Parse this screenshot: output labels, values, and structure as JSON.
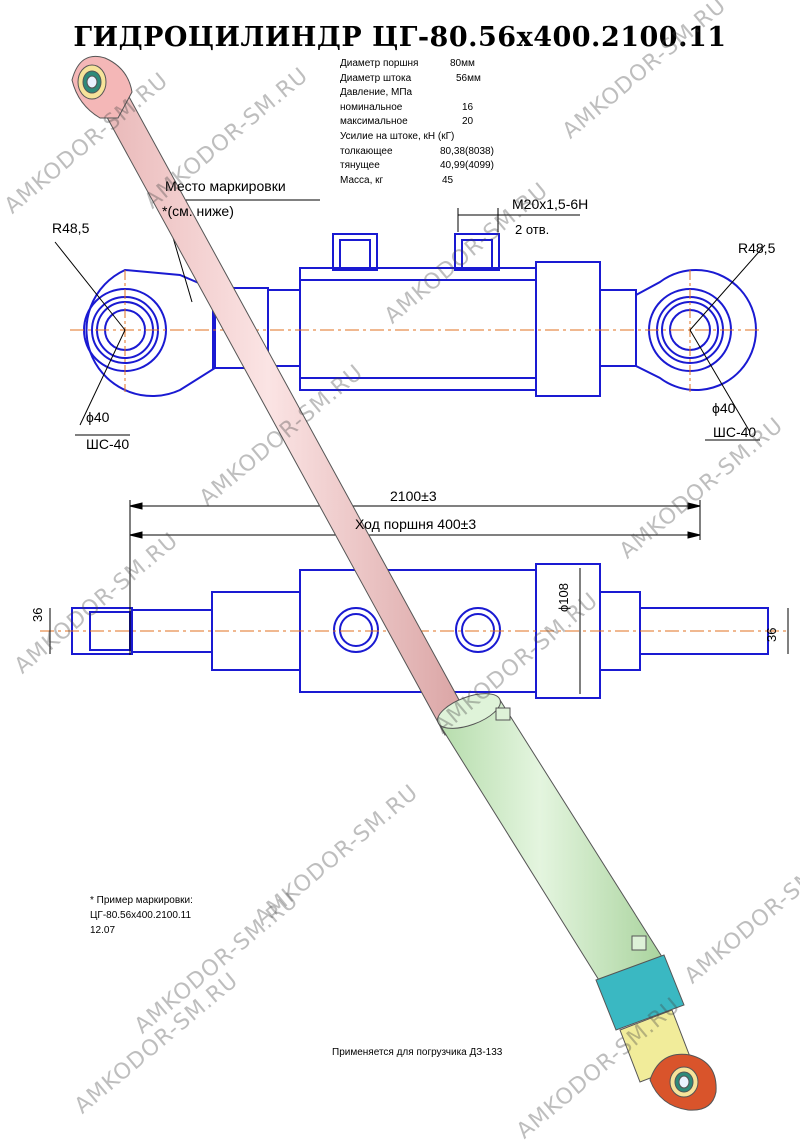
{
  "title": "ГИДРОЦИЛИНДР ЦГ-80.56х400.2100.11",
  "specs": [
    {
      "label": "Диаметр поршня",
      "value": "80мм"
    },
    {
      "label": "Диаметр штока",
      "value": "56мм"
    },
    {
      "label": "Давление, МПа",
      "value": ""
    },
    {
      "label": "номинальное",
      "value": "16"
    },
    {
      "label": "максимальное",
      "value": "20"
    },
    {
      "label": "Усилие на штоке, кН (кГ)",
      "value": ""
    },
    {
      "label": "толкающее",
      "value": "80,38(8038)"
    },
    {
      "label": "тянущее",
      "value": "40,99(4099)"
    },
    {
      "label": "Масса, кг",
      "value": "45"
    }
  ],
  "labels": {
    "marking_place": "Место маркировки",
    "marking_note": "*(см. ниже)",
    "thread": "M20x1,5-6H",
    "holes": "2 отв.",
    "radius_left": "R48,5",
    "radius_right": "R48,5",
    "dia_left": "ϕ40",
    "dia_right": "ϕ40",
    "bearing_left": "ШС-40",
    "bearing_right": "ШС-40",
    "length": "2100±3",
    "stroke": "Ход поршня 400±3",
    "dim_36_left": "36",
    "dim_36_right": "36",
    "dim_108": "ϕ108"
  },
  "marking_example": {
    "heading": "* Пример маркировки:",
    "line1": "ЦГ-80.56х400.2100.11",
    "line2": "12.07"
  },
  "applies_to": "Применяется для погрузчика ДЗ-133",
  "watermark": "AMKODOR-SM.RU",
  "colors": {
    "drawing_blue": "#1a1ad2",
    "centerline_orange": "#e07020",
    "rod_pink": "#f3c9c9",
    "body_green": "#cdebc6",
    "gland_cyan": "#3ab8c2",
    "eye_red": "#d9542b",
    "rod_end_yellow": "#f1ec9a"
  }
}
